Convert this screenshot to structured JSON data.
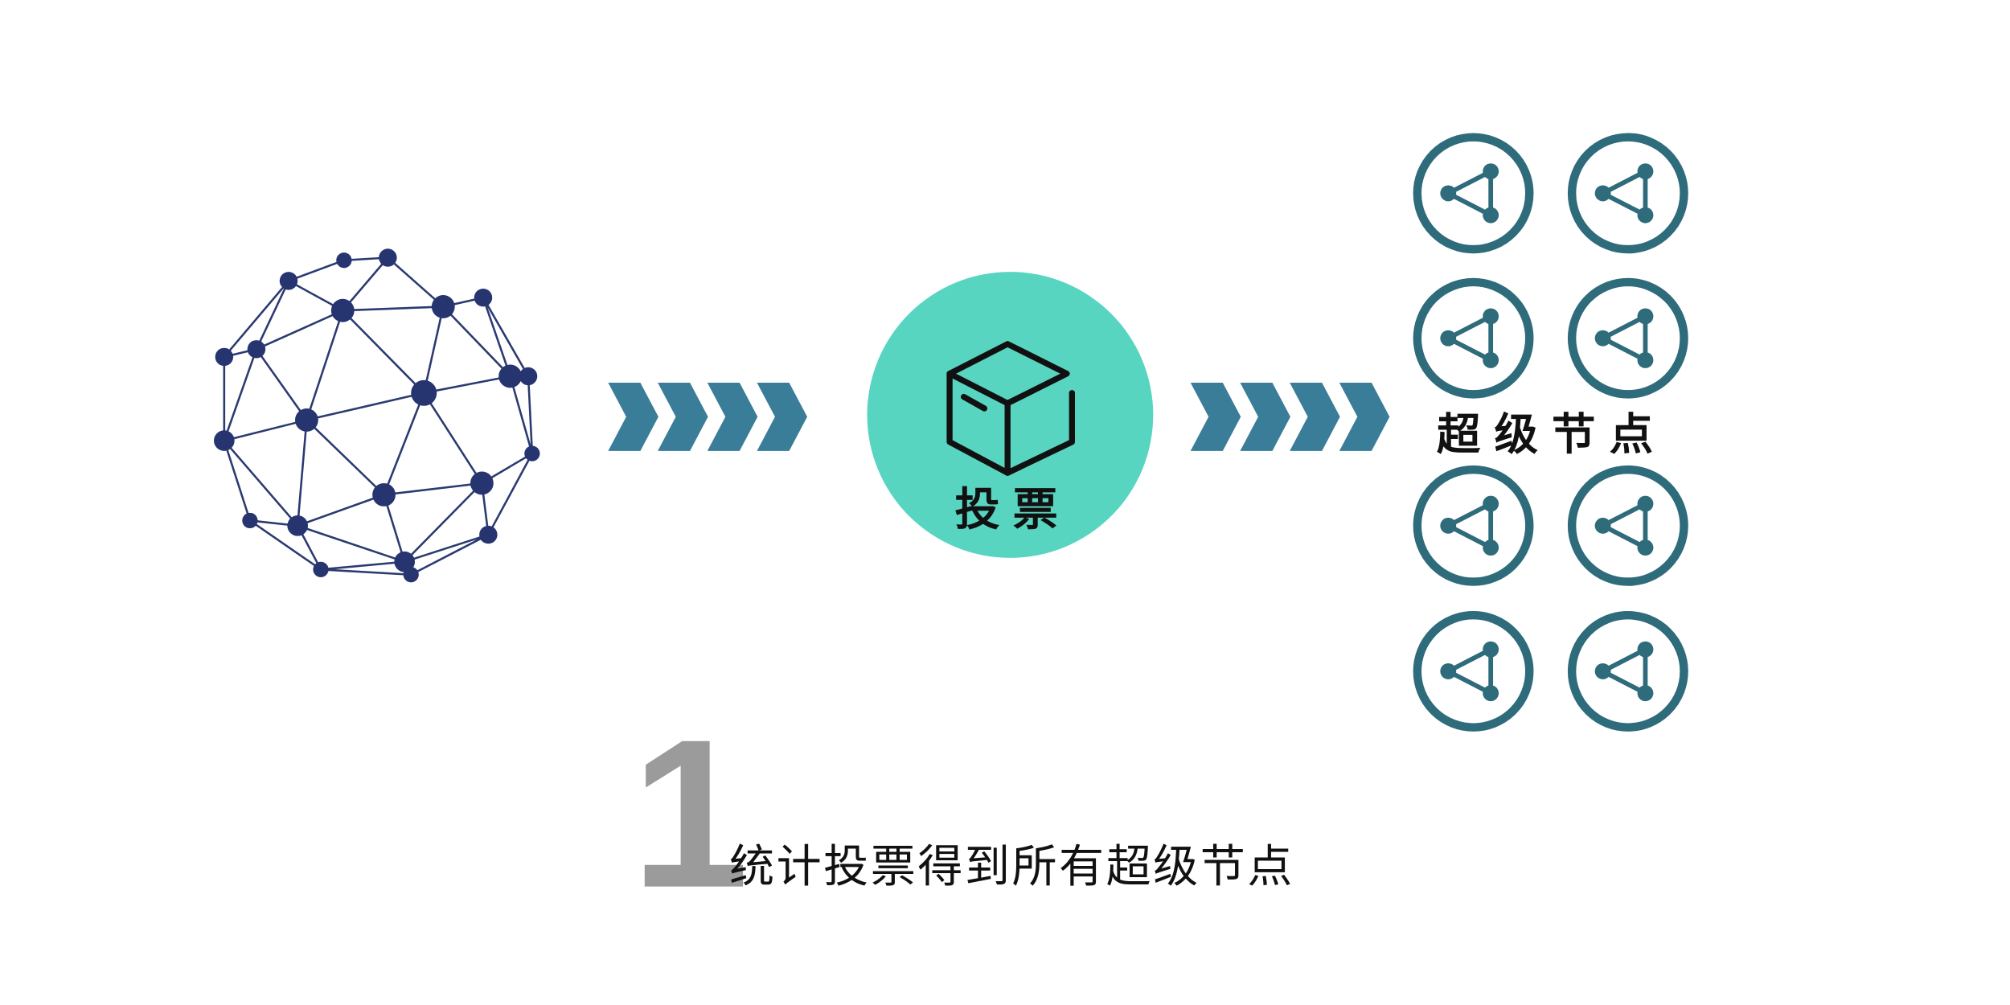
{
  "colors": {
    "background": "#ffffff",
    "network_node": "#263470",
    "network_link": "#2b3a70",
    "chevron": "#3a7d98",
    "vote_circle": "#58d5c1",
    "box_stroke": "#111111",
    "super_node": "#2e6b7b",
    "step_number": "#9b9b9b",
    "text": "#111111"
  },
  "network": {
    "icon": "network-sphere-icon"
  },
  "arrows": {
    "icon": "chevron-right-icon"
  },
  "vote": {
    "icon": "box-icon",
    "label": "投票"
  },
  "super_nodes": {
    "icon": "share-node-icon",
    "label": "超级节点"
  },
  "step": {
    "number": "1",
    "caption": "统计投票得到所有超级节点"
  }
}
